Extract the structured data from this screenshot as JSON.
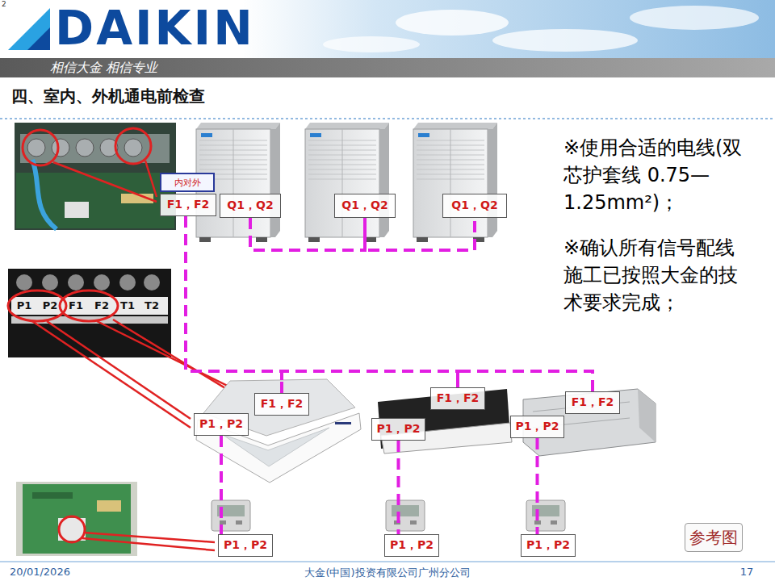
{
  "diagram": {
    "title": "四、室内、外机通电前检查",
    "nodes": [
      {
        "text": [
          "内对外"
        ]
      },
      {
        "text": [
          "F1，F2"
        ]
      },
      {
        "text": [
          "Q1，Q2"
        ]
      },
      {
        "text": [
          "Q1，Q2"
        ]
      },
      {
        "text": [
          "Q1，Q2"
        ]
      },
      {
        "text": [
          "F1，F2"
        ]
      },
      {
        "text": [
          "P1，P2"
        ]
      },
      {
        "text": [
          "F1，F2"
        ]
      },
      {
        "text": [
          "P1，P2"
        ]
      },
      {
        "text": [
          "F1，F2"
        ]
      },
      {
        "text": [
          "P1，P2"
        ]
      },
      {
        "text": [
          "P1，P2"
        ]
      },
      {
        "text": [
          "P1，P2"
        ]
      },
      {
        "text": [
          "P1，P2"
        ]
      },
      {
        "text": [
          "参考图"
        ]
      }
    ],
    "edges": [
      {
        "from": 2,
        "to": 3,
        "arrow": "none"
      },
      {
        "from": 3,
        "to": 4,
        "arrow": "none"
      },
      {
        "from": 1,
        "to": 5,
        "arrow": "none"
      },
      {
        "from": 5,
        "to": 7,
        "arrow": "none"
      },
      {
        "from": 7,
        "to": 9,
        "arrow": "none"
      },
      {
        "from": 6,
        "to": 11,
        "arrow": "none"
      },
      {
        "from": 8,
        "to": 12,
        "arrow": "none"
      },
      {
        "from": 10,
        "to": 13,
        "arrow": "none"
      }
    ],
    "labels": [
      "2",
      "DAIKIN",
      "相信大金 相信专业",
      "P1",
      "P2",
      "F1",
      "F2",
      "T1",
      "T2",
      "※使用合适的电线(双芯护套线 0.75—1.25mm²)；",
      "※确认所有信号配线施工已按照大金的技术要求完成；",
      "20/01/2026",
      "大金(中国)投资有限公司广州分公司",
      "17"
    ]
  }
}
